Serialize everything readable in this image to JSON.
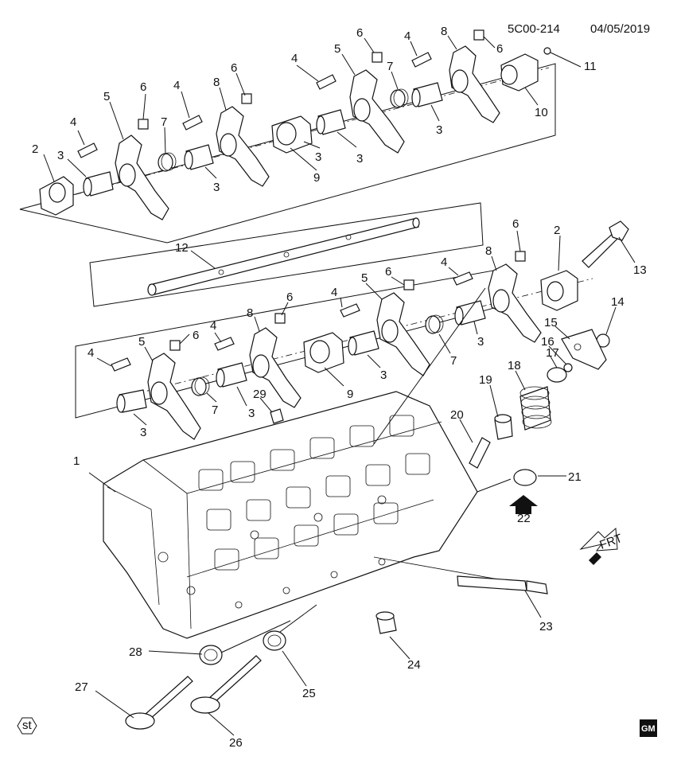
{
  "header": {
    "diagram_id": "5C00-214",
    "date": "04/05/2019"
  },
  "callouts": {
    "c1": "1",
    "c2a": "2",
    "c2b": "2",
    "c3a": "3",
    "c3b": "3",
    "c3c": "3",
    "c3d": "3",
    "c3e": "3",
    "c3f": "3",
    "c3g": "3",
    "c3h": "3",
    "c3i": "3",
    "c4a": "4",
    "c4b": "4",
    "c4c": "4",
    "c4d": "4",
    "c4e": "4",
    "c4f": "4",
    "c4g": "4",
    "c4h": "4",
    "c5a": "5",
    "c5b": "5",
    "c5c": "5",
    "c5d": "5",
    "c6a": "6",
    "c6b": "6",
    "c6c": "6",
    "c6d": "6",
    "c6e": "6",
    "c6f": "6",
    "c6g": "6",
    "c6h": "6",
    "c7a": "7",
    "c7b": "7",
    "c7c": "7",
    "c7d": "7",
    "c8a": "8",
    "c8b": "8",
    "c8c": "8",
    "c8d": "8",
    "c9a": "9",
    "c9b": "9",
    "c10": "10",
    "c11": "11",
    "c12": "12",
    "c13": "13",
    "c14": "14",
    "c15": "15",
    "c16": "16",
    "c17": "17",
    "c18": "18",
    "c19": "19",
    "c20": "20",
    "c21": "21",
    "c22": "22",
    "c23": "23",
    "c24": "24",
    "c25": "25",
    "c26": "26",
    "c27": "27",
    "c28": "28",
    "c29": "29"
  },
  "direction": {
    "label": "FRT"
  },
  "badges": {
    "st": "st",
    "gm": "GM"
  }
}
